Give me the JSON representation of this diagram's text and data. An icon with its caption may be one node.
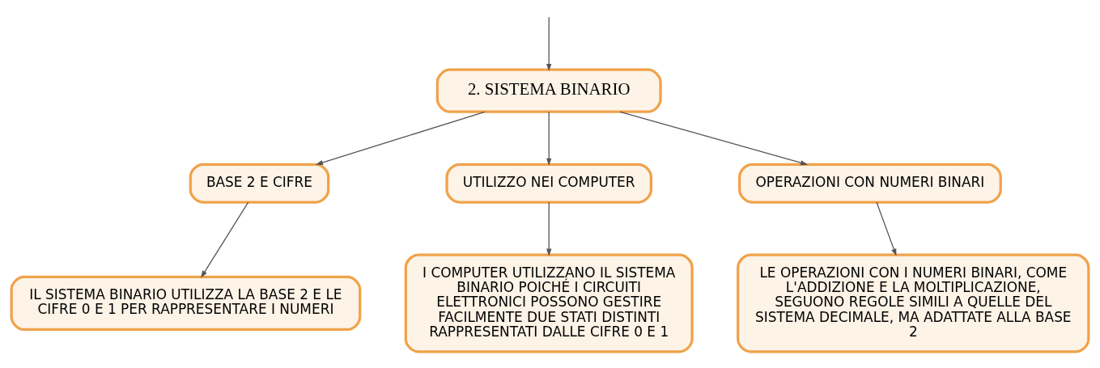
{
  "diagram": {
    "nodes": [
      {
        "text": [
          "2. SISTEMA BINARIO"
        ]
      },
      {
        "text": [
          "BASE 2 E CIFRE"
        ]
      },
      {
        "text": [
          "UTILIZZO NEI COMPUTER"
        ]
      },
      {
        "text": [
          "OPERAZIONI CON NUMERI BINARI"
        ]
      },
      {
        "text": [
          "IL SISTEMA BINARIO UTILIZZA LA BASE 2 E LE CIFRE 0 E 1 PER RAPPRESENTARE I NUMERI"
        ]
      },
      {
        "text": [
          "I COMPUTER UTILIZZANO IL SISTEMA BINARIO POICHÉ I CIRCUITI ELETTRONICI POSSONO GESTIRE FACILMENTE DUE STATI DISTINTI RAPPRESENTATI DALLE CIFRE 0 E 1"
        ]
      },
      {
        "text": [
          "LE OPERAZIONI CON I NUMERI BINARI, COME L'ADDIZIONE E LA MOLTIPLICAZIONE, SEGUONO REGOLE SIMILI A QUELLE DEL SISTEMA DECIMALE, MA ADATTATE ALLA BASE 2"
        ]
      }
    ],
    "edges": [
      {
        "from": null,
        "to": 0,
        "arrow": "to"
      },
      {
        "from": 0,
        "to": 1,
        "arrow": "to"
      },
      {
        "from": 0,
        "to": 2,
        "arrow": "to"
      },
      {
        "from": 0,
        "to": 3,
        "arrow": "to"
      },
      {
        "from": 1,
        "to": 4,
        "arrow": "to"
      },
      {
        "from": 2,
        "to": 5,
        "arrow": "to"
      },
      {
        "from": 3,
        "to": 6,
        "arrow": "to"
      }
    ]
  }
}
